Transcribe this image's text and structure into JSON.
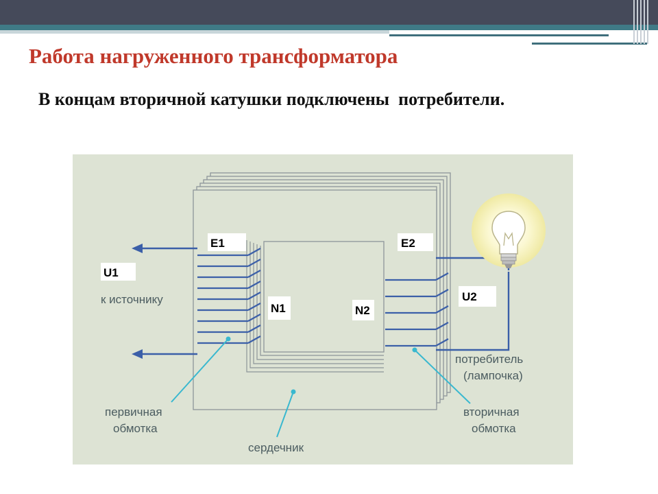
{
  "slide": {
    "title": "Работа нагруженного трансформатора",
    "subtitle": "В концам вторичной катушки подключены  потребители."
  },
  "diagram": {
    "labels": {
      "e1": "E1",
      "e2": "E2",
      "u1": "U1",
      "u2": "U2",
      "n1": "N1",
      "n2": "N2",
      "source": "к источнику",
      "consumer_line1": "потребитель",
      "consumer_line2": "(лампочка)",
      "primary_line1": "первичная",
      "primary_line2": "обмотка",
      "secondary_line1": "вторичная",
      "secondary_line2": "обмотка",
      "core": "сердечник"
    },
    "primary_turns": 9,
    "secondary_turns": 5,
    "colors": {
      "background": "#dde3d4",
      "core_fill": "#dde3d4",
      "window_fill": "#dde3d4",
      "winding": "#3b5fa8",
      "pointer": "#39b8cf",
      "label_text": "#4b5c60",
      "title": "#c0392b",
      "bulb_glow": "#f7f3b6"
    }
  }
}
